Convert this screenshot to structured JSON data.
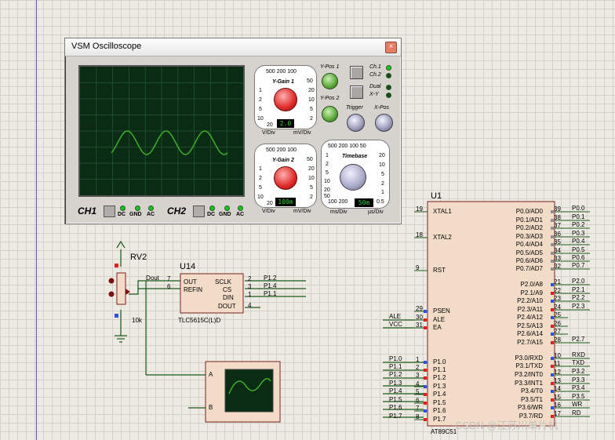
{
  "oscilloscope": {
    "title": "VSM Oscilloscope",
    "close_glyph": "×",
    "ch1_label": "CH1",
    "ch2_label": "CH2",
    "coupling_labels": [
      "DC",
      "GND",
      "AC"
    ],
    "ygain1": {
      "title": "Y-Gain 1",
      "scale_top": "500 200 100",
      "left_scale": [
        "1",
        "2",
        "5",
        "10",
        "20"
      ],
      "right_scale": [
        "50",
        "20",
        "10",
        "5",
        "2"
      ],
      "readout": "2.0",
      "unit_left": "V/Div",
      "unit_right": "mV/Div"
    },
    "ygain2": {
      "title": "Y-Gain 2",
      "scale_top": "500 200 100",
      "left_scale": [
        "1",
        "2",
        "5",
        "10",
        "20"
      ],
      "right_scale": [
        "50",
        "20",
        "10",
        "5",
        "2"
      ],
      "readout": "100m",
      "unit_left": "V/Div",
      "unit_right": "mV/Div"
    },
    "timebase": {
      "title": "Timebase",
      "scale_top": "500 200 100 50",
      "left_scale": [
        "1",
        "2",
        "5",
        "10",
        "20",
        "50",
        "100 200"
      ],
      "right_scale": [
        "20",
        "10",
        "5",
        "2",
        "1",
        "0.5"
      ],
      "readout": "50m",
      "unit_left": "ms/Div",
      "unit_right": "µs/Div"
    },
    "ypos1": "Y-Pos 1",
    "ypos2": "Y-Pos 2",
    "trigger": "Trigger",
    "xpos": "X-Pos",
    "ch1_led": "Ch.1",
    "ch2_led": "Ch.2",
    "dual_led": "Dual",
    "xy_led": "X-Y",
    "trace_color": "#3fae2f"
  },
  "schematic": {
    "rv2": {
      "ref": "RV2",
      "value": "10k"
    },
    "u14": {
      "ref": "U14",
      "part": "TLC5615C(L)D",
      "pins_left": [
        {
          "num": "7",
          "name": "OUT"
        },
        {
          "num": "6",
          "name": "REFIN"
        }
      ],
      "pins_right": [
        {
          "num": "2",
          "name": "SCLK",
          "net": "P1.2"
        },
        {
          "num": "3",
          "name": "CS",
          "net": "P1.4"
        },
        {
          "num": "1",
          "name": "DIN",
          "net": "P1.1"
        },
        {
          "num": "4",
          "name": "DOUT",
          "net": ""
        }
      ],
      "dout_net_label": "Dout"
    },
    "scope": {
      "pin_a": "A",
      "pin_b": "B"
    },
    "u1": {
      "ref": "U1",
      "part": "AT89C51",
      "left_pins": [
        {
          "num": "19",
          "name": "XTAL1",
          "net": ""
        },
        {
          "num": "18",
          "name": "XTAL2",
          "net": ""
        },
        {
          "num": "9",
          "name": "RST",
          "net": ""
        },
        {
          "num": "29",
          "name": "PSEN",
          "net": ""
        },
        {
          "num": "30",
          "name": "ALE",
          "net": "ALE"
        },
        {
          "num": "31",
          "name": "EA",
          "net": "VCC"
        },
        {
          "num": "1",
          "name": "P1.0",
          "net": "P1.0"
        },
        {
          "num": "2",
          "name": "P1.1",
          "net": "P1.1"
        },
        {
          "num": "3",
          "name": "P1.2",
          "net": "P1.2"
        },
        {
          "num": "4",
          "name": "P1.3",
          "net": "P1.3"
        },
        {
          "num": "5",
          "name": "P1.4",
          "net": "P1.4"
        },
        {
          "num": "6",
          "name": "P1.5",
          "net": "P1.5"
        },
        {
          "num": "7",
          "name": "P1.6",
          "net": "P1.6"
        },
        {
          "num": "8",
          "name": "P1.7",
          "net": "P1.7"
        }
      ],
      "right_pins": [
        {
          "num": "39",
          "name": "P0.0/AD0",
          "net": "P0.0"
        },
        {
          "num": "38",
          "name": "P0.1/AD1",
          "net": "P0.1"
        },
        {
          "num": "37",
          "name": "P0.2/AD2",
          "net": "P0.2"
        },
        {
          "num": "36",
          "name": "P0.3/AD3",
          "net": "P0.3"
        },
        {
          "num": "35",
          "name": "P0.4/AD4",
          "net": "P0.4"
        },
        {
          "num": "34",
          "name": "P0.5/AD5",
          "net": "P0.5"
        },
        {
          "num": "33",
          "name": "P0.6/AD6",
          "net": "P0.6"
        },
        {
          "num": "32",
          "name": "P0.7/AD7",
          "net": "P0.7"
        },
        {
          "num": "21",
          "name": "P2.0/A8",
          "net": "P2.0"
        },
        {
          "num": "22",
          "name": "P2.1/A9",
          "net": "P2.1"
        },
        {
          "num": "23",
          "name": "P2.2/A10",
          "net": "P2.2"
        },
        {
          "num": "24",
          "name": "P2.3/A11",
          "net": "P2.3"
        },
        {
          "num": "25",
          "name": "P2.4/A12",
          "net": ""
        },
        {
          "num": "26",
          "name": "P2.5/A13",
          "net": ""
        },
        {
          "num": "27",
          "name": "P2.6/A14",
          "net": ""
        },
        {
          "num": "28",
          "name": "P2.7/A15",
          "net": "P2.7"
        },
        {
          "num": "10",
          "name": "P3.0/RXD",
          "net": "RXD"
        },
        {
          "num": "11",
          "name": "P3.1/TXD",
          "net": "TXD"
        },
        {
          "num": "12",
          "name": "P3.2/INT0",
          "net": "P3.2"
        },
        {
          "num": "13",
          "name": "P3.3/INT1",
          "net": "P3.3"
        },
        {
          "num": "14",
          "name": "P3.4/T0",
          "net": "P3.4"
        },
        {
          "num": "15",
          "name": "P3.5/T1",
          "net": "P3.5"
        },
        {
          "num": "16",
          "name": "P3.6/WR",
          "net": "WR"
        },
        {
          "num": "17",
          "name": "P3.7/RD",
          "net": "RD"
        }
      ]
    }
  },
  "watermark": "CSDN @江苏川单片机"
}
